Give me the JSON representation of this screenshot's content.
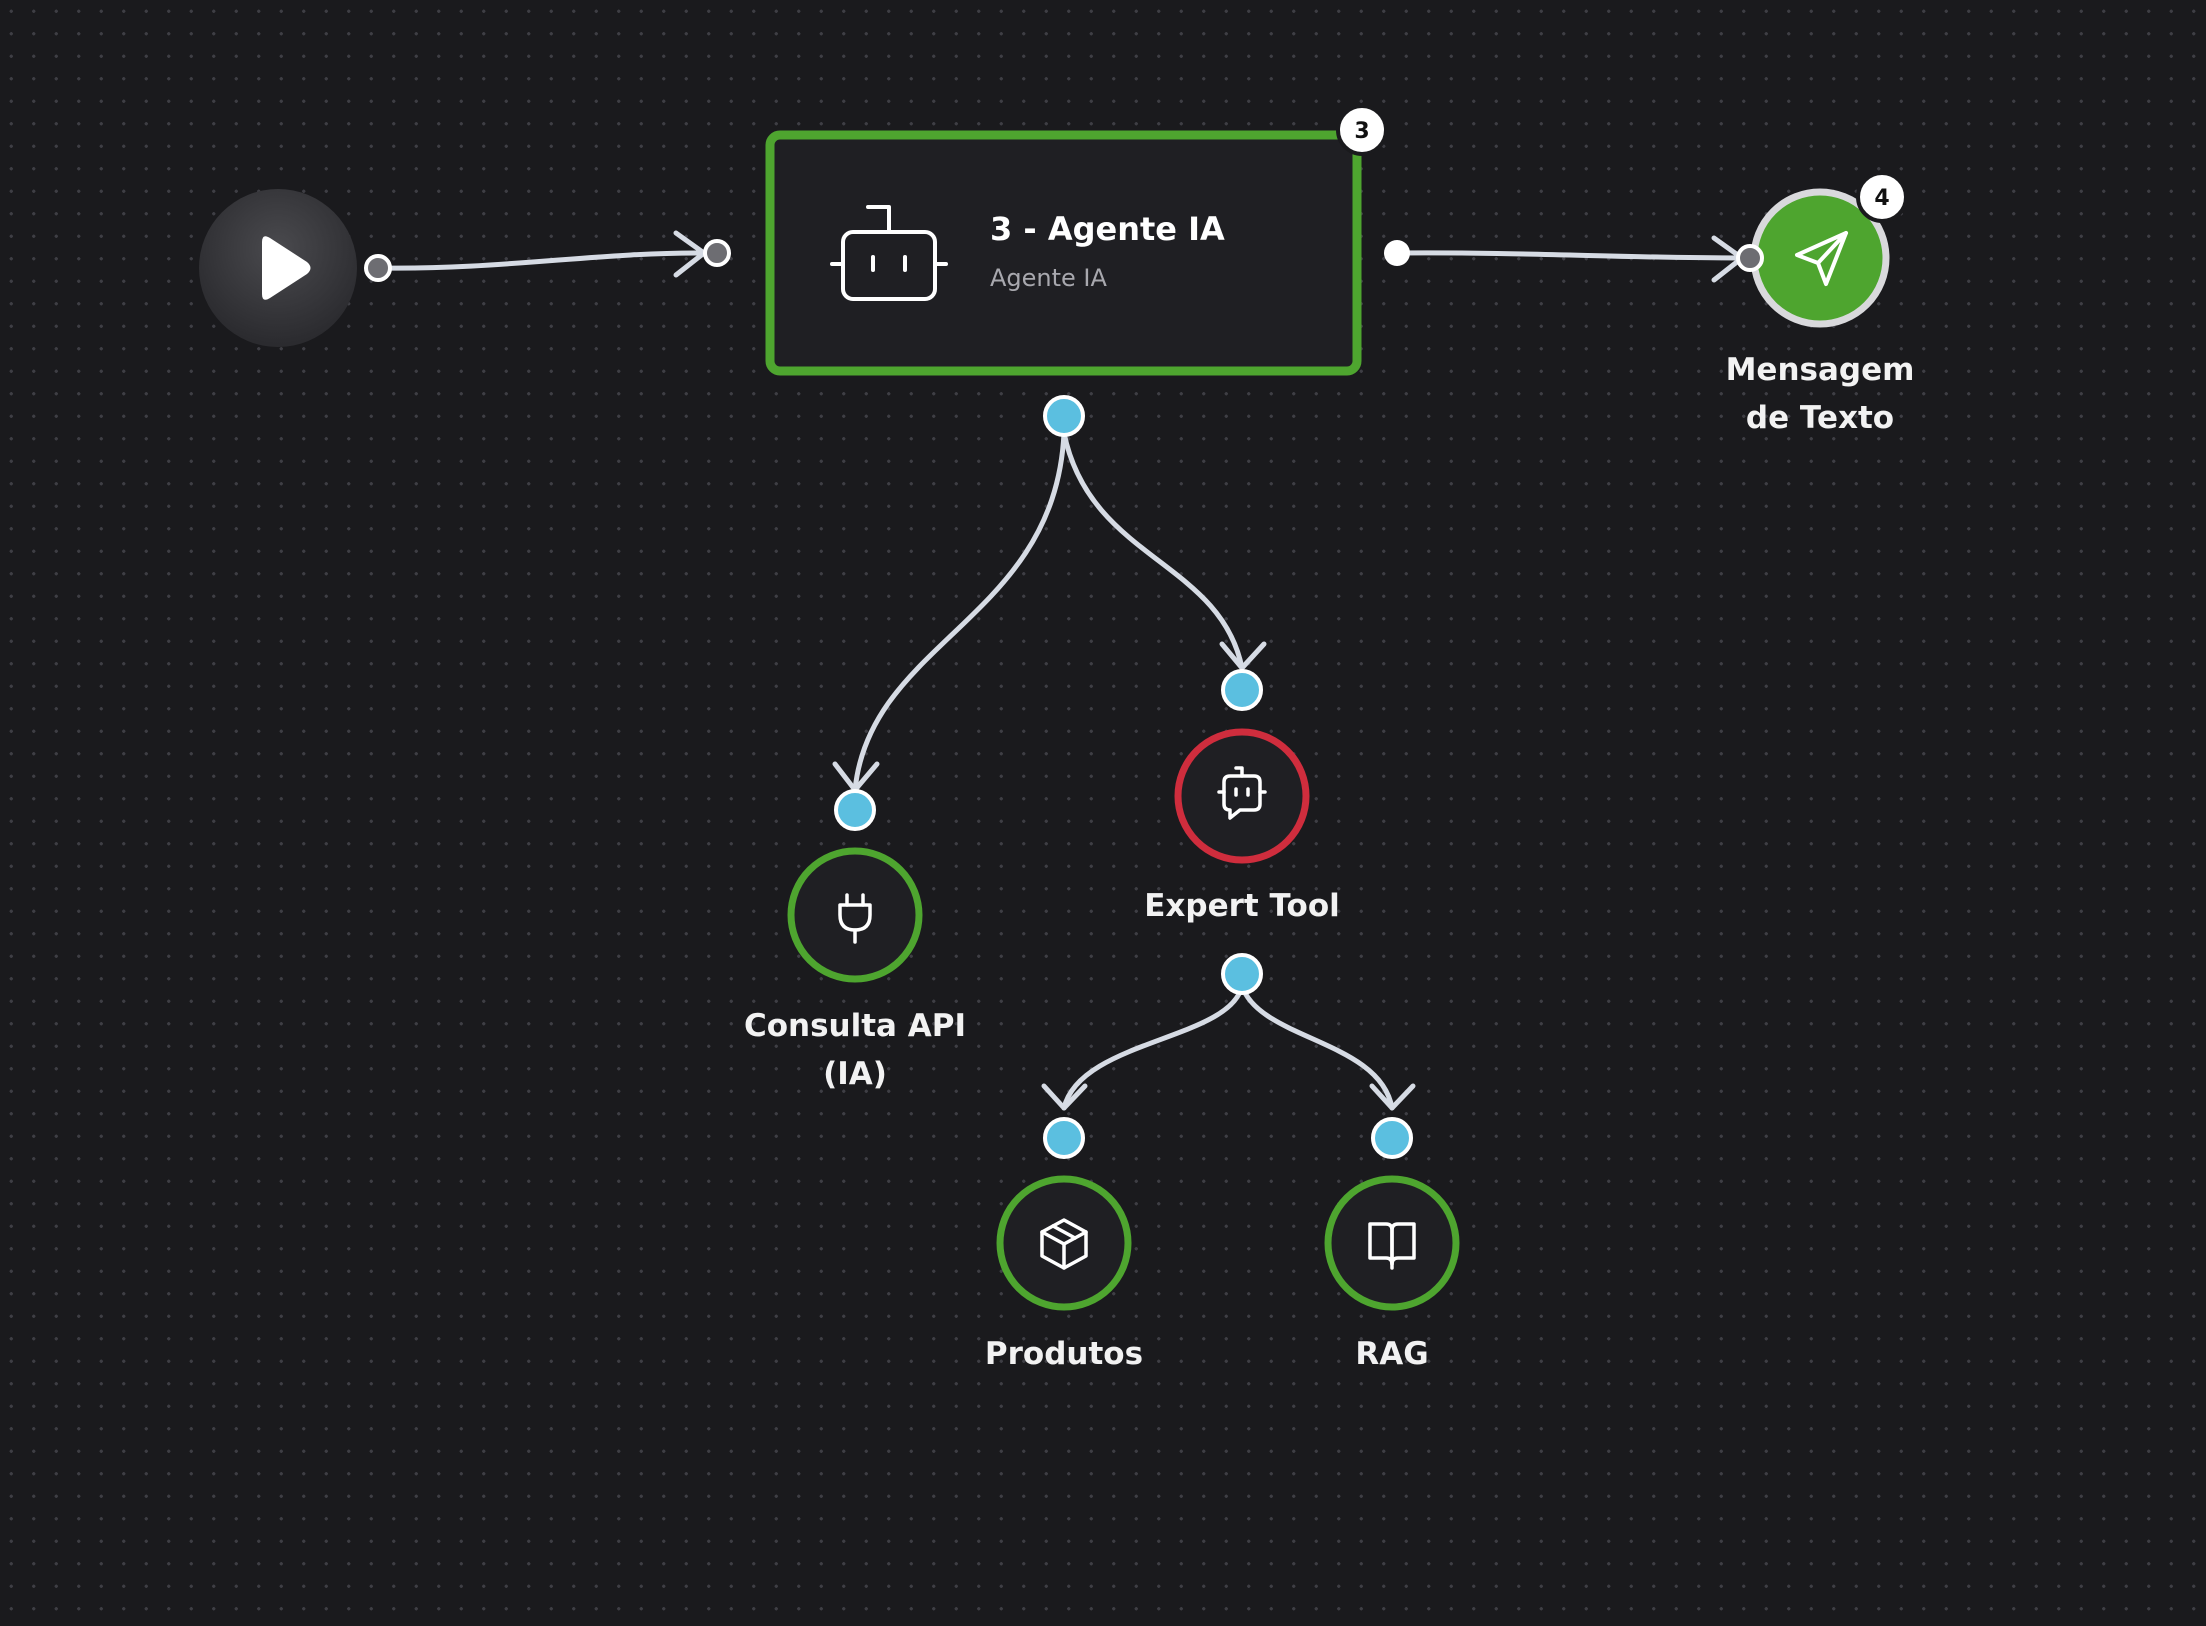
{
  "colors": {
    "background": "#1a1a1d",
    "node_fill": "#1f1f23",
    "ok_green": "#4ea52f",
    "error_red": "#cf2d3d",
    "handle_blue": "#5bbfe0",
    "edge": "#d6dbe4",
    "badge_fill": "#ffffff"
  },
  "nodes": {
    "start": {
      "icon": "play-icon"
    },
    "agent": {
      "badge": "3",
      "title": "3 - Agente IA",
      "subtitle": "Agente IA",
      "icon": "robot-icon",
      "status": "ok"
    },
    "message": {
      "badge": "4",
      "label_line1": "Mensagem",
      "label_line2": "de Texto",
      "icon": "send-icon",
      "status": "ok"
    },
    "consulta_api": {
      "label_line1": "Consulta API",
      "label_line2": "(IA)",
      "icon": "plug-icon",
      "status": "ok"
    },
    "expert_tool": {
      "label": "Expert Tool",
      "icon": "bot-message-icon",
      "status": "error"
    },
    "produtos": {
      "label": "Produtos",
      "icon": "package-icon",
      "status": "ok"
    },
    "rag": {
      "label": "RAG",
      "icon": "book-icon",
      "status": "ok"
    }
  }
}
